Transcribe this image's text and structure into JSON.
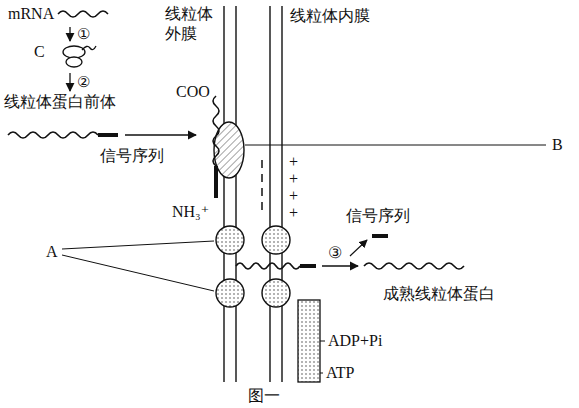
{
  "diagram": {
    "caption": "图一",
    "nodes": [
      {
        "text": [
          "mRNA"
        ]
      },
      {
        "text": [
          "C"
        ]
      },
      {
        "text": [
          "线粒体蛋白前体"
        ]
      }
    ],
    "edges": [
      {
        "from": 0,
        "to": 1,
        "arrow": "to",
        "label": "①"
      },
      {
        "from": 1,
        "to": 2,
        "arrow": "to",
        "label": "②"
      }
    ],
    "labels": [
      "线粒体外膜",
      "线粒体内膜",
      "COO",
      "信号序列",
      "NH₃⁺",
      "B",
      "A",
      "+",
      "+",
      "+",
      "+",
      "③",
      "信号序列",
      "成熟线粒体蛋白",
      "ADP+Pi",
      "ATP"
    ]
  }
}
